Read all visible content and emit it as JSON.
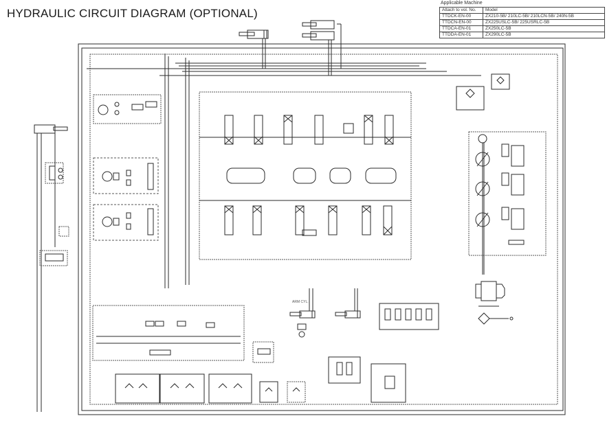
{
  "title": "HYDRAULIC CIRCUIT DIAGRAM (OPTIONAL)",
  "applicable_machine": {
    "caption": "Applicable Machine",
    "headers": [
      "Attach to vol. No.",
      "Model"
    ],
    "rows": [
      [
        "TTDCK-EN-00",
        "ZX210-5B/ 210LC-5B/ 210LCN-5B/ 240N-5B"
      ],
      [
        "TTDCN-EN-00",
        "ZX225USLC-5B/ 225USRLC-5B"
      ],
      [
        "TTDCA-EN-01",
        "ZX250LC-5B"
      ],
      [
        "TTDDA-EN-01",
        "ZX290LC-5B"
      ]
    ]
  },
  "labels": {
    "arm_cyl": "ARM CYL."
  },
  "colors": {
    "line": "#2a2a2a",
    "dashed": "#555555",
    "background": "#ffffff"
  }
}
